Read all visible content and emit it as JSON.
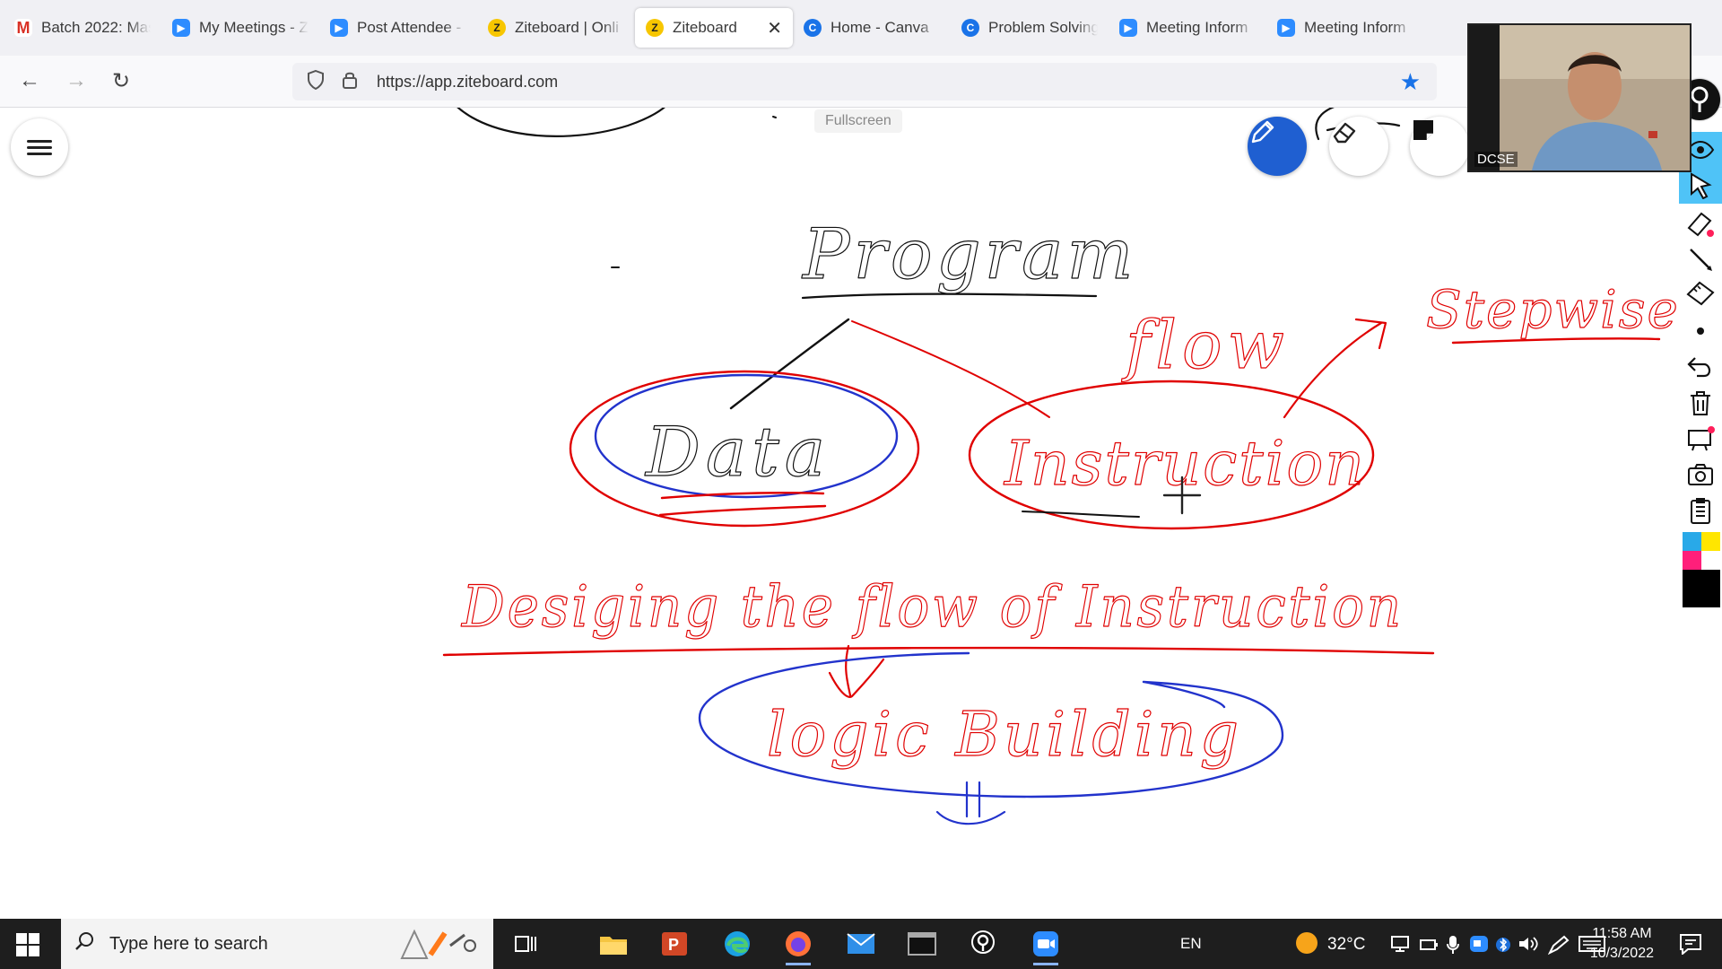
{
  "browser": {
    "tabs": [
      {
        "label": "Batch 2022: Mas",
        "icon": "gmail-icon",
        "active": false
      },
      {
        "label": "My Meetings - Z",
        "icon": "zoom-icon",
        "active": false
      },
      {
        "label": "Post Attendee -",
        "icon": "zoom-icon",
        "active": false
      },
      {
        "label": "Ziteboard | Onli",
        "icon": "ziteboard-icon",
        "active": false
      },
      {
        "label": "Ziteboard",
        "icon": "ziteboard-icon",
        "active": true
      },
      {
        "label": "Home - Canva",
        "icon": "canva-icon",
        "active": false
      },
      {
        "label": "Problem Solving",
        "icon": "canva-icon",
        "active": false
      },
      {
        "label": "Meeting Inform",
        "icon": "zoom-icon",
        "active": false
      },
      {
        "label": "Meeting Inform",
        "icon": "zoom-icon",
        "active": false
      }
    ],
    "url": "https://app.ziteboard.com",
    "close_glyph": "✕",
    "back_glyph": "←",
    "forward_glyph": "→",
    "reload_glyph": "↻",
    "bookmark_glyph": "★"
  },
  "board": {
    "fullscreen_label": "Fullscreen",
    "handwriting": {
      "program": "Program",
      "data": "Data",
      "instruction": "Instruction",
      "flow": "flow",
      "stepwise": "Stepwise",
      "designing": "Desiging the flow of Instruction",
      "logic": "logic Building"
    },
    "colors": {
      "ink_black": "#111111",
      "ink_red": "#e00000",
      "ink_blue": "#2233cc",
      "pen_active": "#1f5fd1"
    }
  },
  "video": {
    "label": "DCSE"
  },
  "taskbar": {
    "search_placeholder": "Type here to search",
    "language": "EN",
    "temperature": "32°C",
    "time": "11:58 AM",
    "date": "10/3/2022"
  }
}
